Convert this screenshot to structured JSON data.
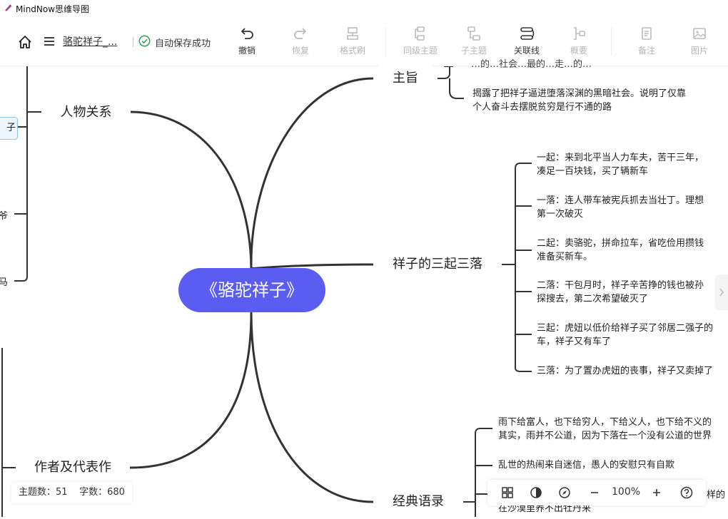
{
  "app": {
    "title": "MindNow思维导图"
  },
  "toolbar": {
    "doc_title": "骆驼祥子_...",
    "save_status": "自动保存成功",
    "undo": "撤销",
    "redo": "恢复",
    "format_brush": "格式刷",
    "sibling_topic": "同级主题",
    "child_topic": "子主题",
    "relation": "关联线",
    "summary": "概要",
    "note": "备注",
    "image": "图片"
  },
  "mindmap": {
    "root": "《骆驼祥子》",
    "topics": {
      "theme": "主旨",
      "people": "人物关系",
      "rise_fall": "祥子的三起三落",
      "author": "作者及代表作",
      "quotes": "经典语录"
    },
    "theme_items": {
      "top_partial": "…的…社会…最的…走…的…",
      "reveal_l1": "揭露了把祥子逼进堕落深渊的黑暗社会。说明了仅靠",
      "reveal_l2": "个人奋斗去摆脱贫穷是行不通的路"
    },
    "rise_fall_items": [
      {
        "l1": "一起：来到北平当人力车夫，苦干三年，",
        "l2": "凑足一百块钱，买了辆新车"
      },
      {
        "l1": "一落：连人带车被宪兵抓去当壮丁。理想",
        "l2": "第一次破灭"
      },
      {
        "l1": "二起：卖骆驼，拼命拉车，省吃俭用攒钱",
        "l2": "准备买新车。"
      },
      {
        "l1": "二落：干包月时，祥子辛苦挣的钱也被孙",
        "l2": "探搜去，第二次希望破灭了"
      },
      {
        "l1": "三起：虎妞以低价给祥子买了邻居二强子的",
        "l2": "车，祥子又有车了"
      },
      {
        "l1": "三落：为了置办虎妞的丧事，祥子又卖掉了",
        "l2": ""
      }
    ],
    "quote_items": {
      "q1_l1": "雨下给富人，也下给穷人，下给义人，也下给不义的",
      "q1_l2": "其实，雨并不公道，因为下落在一个没有公道的世界",
      "q2": "乱世的热闹来自迷信，愚人的安慰只有自欺",
      "q3_partial": "样的",
      "q4_partial": "在沙漠里养不出牡丹来"
    },
    "left_fragments": {
      "a": "子",
      "b": "爷",
      "c": "马"
    }
  },
  "status": {
    "topics_label": "主题数：",
    "topics": "51",
    "words_label": "字数：",
    "words": "680"
  },
  "zoom": {
    "level": "100%"
  },
  "colors": {
    "root_fill": "#5b5cf0",
    "line": "#333333",
    "accent": "#4a4de8",
    "ok": "#2e9e52"
  }
}
